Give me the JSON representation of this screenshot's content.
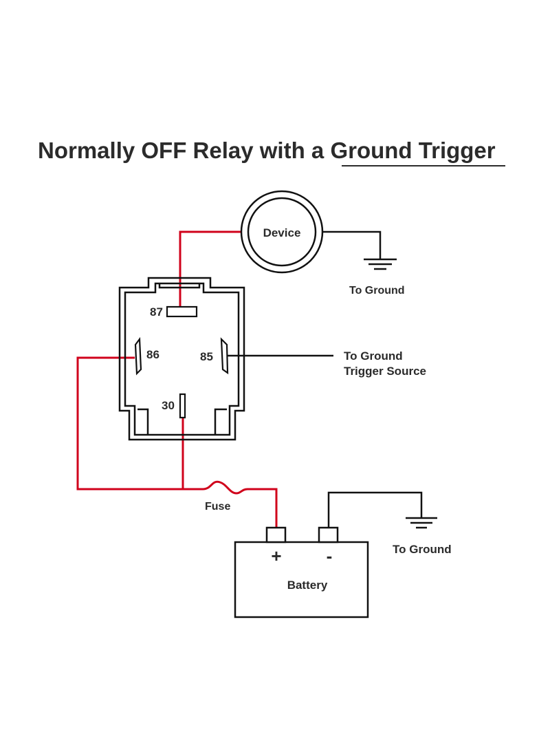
{
  "title": {
    "text_plain": "Normally OFF Relay with a ",
    "text_underlined": "Ground Trigger"
  },
  "labels": {
    "device": "Device",
    "device_ground": "To Ground",
    "pin_87": "87",
    "pin_86": "86",
    "pin_85": "85",
    "pin_30": "30",
    "trigger_line1": "To Ground",
    "trigger_line2": "Trigger Source",
    "fuse": "Fuse",
    "battery": "Battery",
    "battery_plus": "+",
    "battery_minus": "-",
    "battery_ground": "To Ground"
  },
  "colors": {
    "positive_wire": "#d0021b",
    "ground_wire": "#111111",
    "outline": "#111111",
    "text": "#2a2a2a"
  }
}
